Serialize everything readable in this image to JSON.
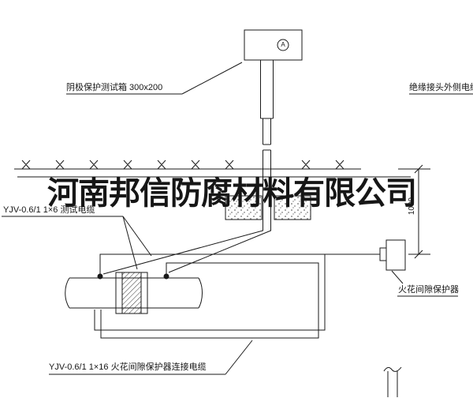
{
  "watermark": "河南邦信防腐材料有限公司",
  "labels": {
    "test_box": "阴极保护测试箱 300x200",
    "outer_cable": "绝缘接头外侧电缆",
    "test_cable": "YJV-0.6/1 1×6  测试电缆",
    "spark_gap": "火花间隙保护器",
    "connection_cable": "YJV-0.6/1 1×16  火花间隙保护器连接电缆"
  },
  "meter": {
    "letter": "A"
  },
  "dimension": {
    "value": "1000"
  },
  "colors": {
    "line": "#1a1a1a",
    "watermark": "#161616"
  }
}
